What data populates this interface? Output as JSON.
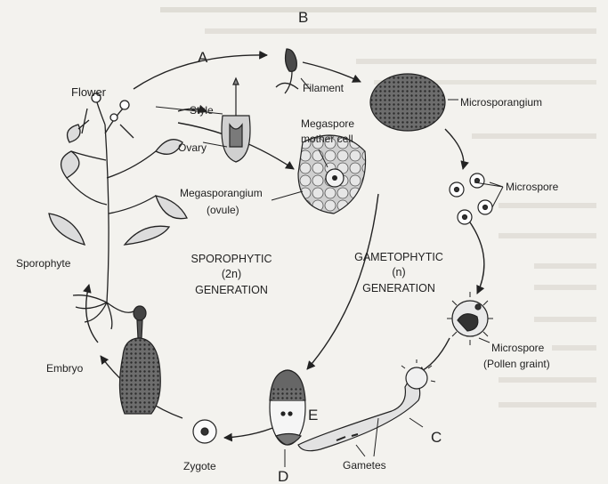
{
  "stage_letters": {
    "a": "A",
    "b": "B",
    "c": "C",
    "d": "D",
    "e": "E"
  },
  "labels": {
    "flower": "Flower",
    "style": "Style",
    "ovary": "Ovary",
    "filament": "Filament",
    "microsporangium": "Microsporangium",
    "megaspore_mother_cell_line1": "Megaspore",
    "megaspore_mother_cell_line2": "mother cell",
    "megasporangium_line1": "Megasporangium",
    "megasporangium_line2": "(ovule)",
    "microspore": "Microspore",
    "microspore_pollen_line1": "Microspore",
    "microspore_pollen_line2": "(Pollen graint)",
    "sporophyte": "Sporophyte",
    "embryo": "Embryo",
    "zygote": "Zygote",
    "gametes": "Gametes"
  },
  "generations": {
    "sporophytic": [
      "SPOROPHYTIC",
      "(2n)",
      "GENERATION"
    ],
    "gametophytic": [
      "GAMETOPHYTIC",
      "(n)",
      "GENERATION"
    ]
  },
  "colors": {
    "ink": "#222222",
    "background": "#f3f2ee",
    "ghost_text": "#b9b6ac"
  }
}
